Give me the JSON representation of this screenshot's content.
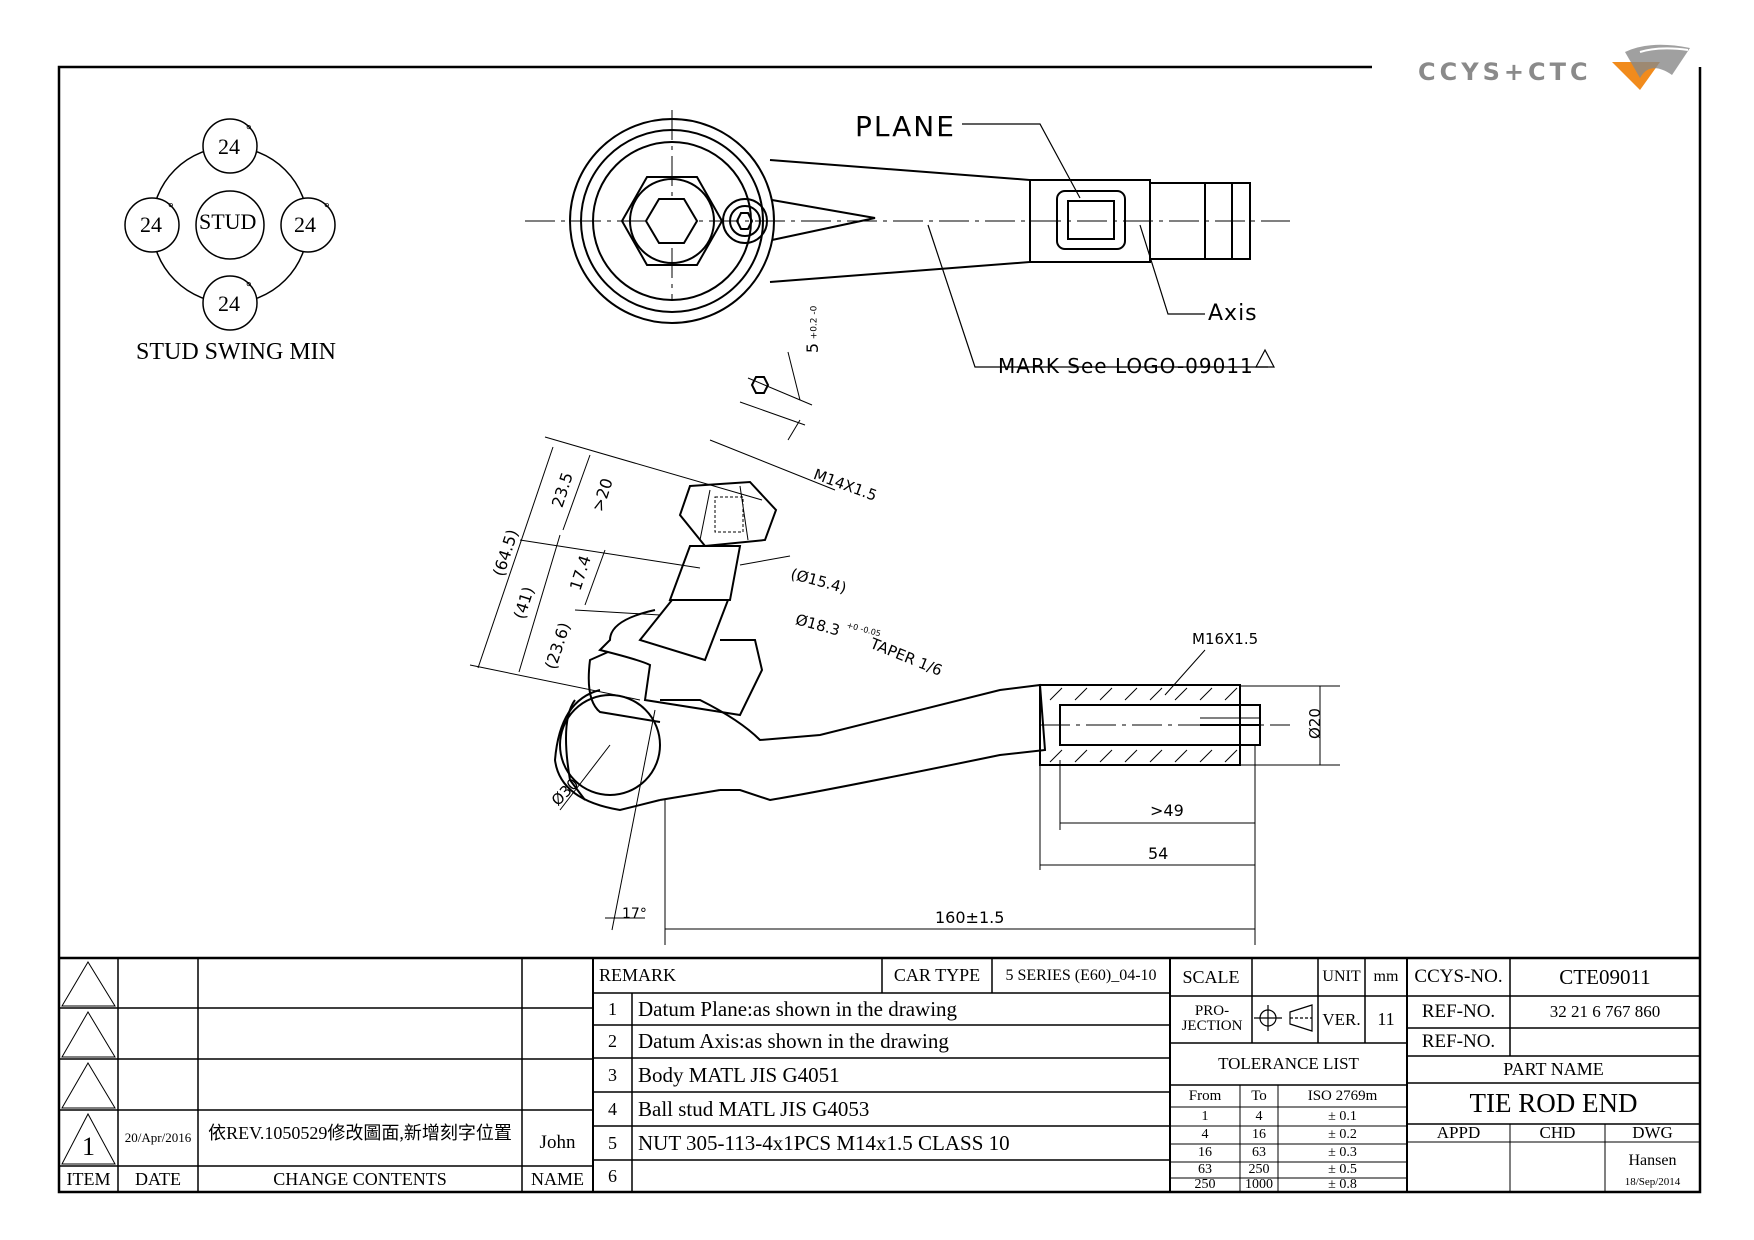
{
  "logo": {
    "text": "CCYS+CTC"
  },
  "swing": {
    "top": "24",
    "left": "24",
    "right": "24",
    "bottom": "24",
    "degree": "°",
    "center": "STUD",
    "caption": "STUD SWING MIN"
  },
  "top_view": {
    "plane": "PLANE",
    "axis": "Axis",
    "mark": "MARK See LOGO-09011"
  },
  "dims": {
    "hex_thk": "5",
    "hex_tol": "+0.2 -0",
    "thread_stud": "M14X1.5",
    "d_neck": "(Ø15.4)",
    "taper": "Ø18.3",
    "taper_tol": "+0 -0.05",
    "taper_txt": "TAPER 1/6",
    "thread_tube": "M16X1.5",
    "d20": "Ø20",
    "d30": "Ø30",
    "l64": "(64.5)",
    "l41": "(41)",
    "l236": "(23.6)",
    "l235": "23.5",
    "l20": ">20",
    "l174": "17.4",
    "l49": ">49",
    "l54": "54",
    "l160": "160±1.5",
    "ang": "17°"
  },
  "rev_block": {
    "rows": [
      {
        "num": "",
        "date": "",
        "change": "",
        "name": ""
      },
      {
        "num": "",
        "date": "",
        "change": "",
        "name": ""
      },
      {
        "num": "",
        "date": "",
        "change": "",
        "name": ""
      },
      {
        "num": "1",
        "date": "20/Apr/2016",
        "change": "依REV.1050529修改圖面,新增刻字位置",
        "name": "John"
      }
    ],
    "headers": {
      "item": "ITEM",
      "date": "DATE",
      "change": "CHANGE CONTENTS",
      "name": "NAME"
    }
  },
  "remarks": {
    "label": "REMARK",
    "car_type_label": "CAR TYPE",
    "car_type": "5 SERIES (E60)_04-10",
    "items": [
      {
        "n": "1",
        "text": "Datum Plane:as shown in the drawing"
      },
      {
        "n": "2",
        "text": "Datum Axis:as shown in the drawing"
      },
      {
        "n": "3",
        "text": "Body MATL JIS G4051"
      },
      {
        "n": "4",
        "text": "Ball stud MATL JIS G4053"
      },
      {
        "n": "5",
        "text": "NUT 305-113-4x1PCS M14x1.5 CLASS 10"
      },
      {
        "n": "6",
        "text": ""
      }
    ]
  },
  "specs": {
    "scale_label": "SCALE",
    "scale": "",
    "unit_label": "UNIT",
    "unit": "mm",
    "projection_label": "PRO- JECTION",
    "ver_label": "VER.",
    "ver": "11",
    "tol_title": "TOLERANCE LIST",
    "tol_headers": {
      "from": "From",
      "to": "To",
      "std": "ISO 2769m"
    },
    "tol_rows": [
      {
        "from": "1",
        "to": "4",
        "tol": "± 0.1"
      },
      {
        "from": "4",
        "to": "16",
        "tol": "± 0.2"
      },
      {
        "from": "16",
        "to": "63",
        "tol": "± 0.3"
      },
      {
        "from": "63",
        "to": "250",
        "tol": "± 0.5"
      },
      {
        "from": "250",
        "to": "1000",
        "tol": "± 0.8"
      }
    ]
  },
  "title_block": {
    "ccys_label": "CCYS-NO.",
    "ccys": "CTE09011",
    "ref_label": "REF-NO.",
    "ref": "32 21 6 767 860",
    "ref2_label": "REF-NO.",
    "ref2": "",
    "part_name_label": "PART NAME",
    "part_name": "TIE ROD END",
    "appd": "APPD",
    "chd": "CHD",
    "dwg": "DWG",
    "drawn_by": "Hansen",
    "drawn_date": "18/Sep/2014"
  }
}
